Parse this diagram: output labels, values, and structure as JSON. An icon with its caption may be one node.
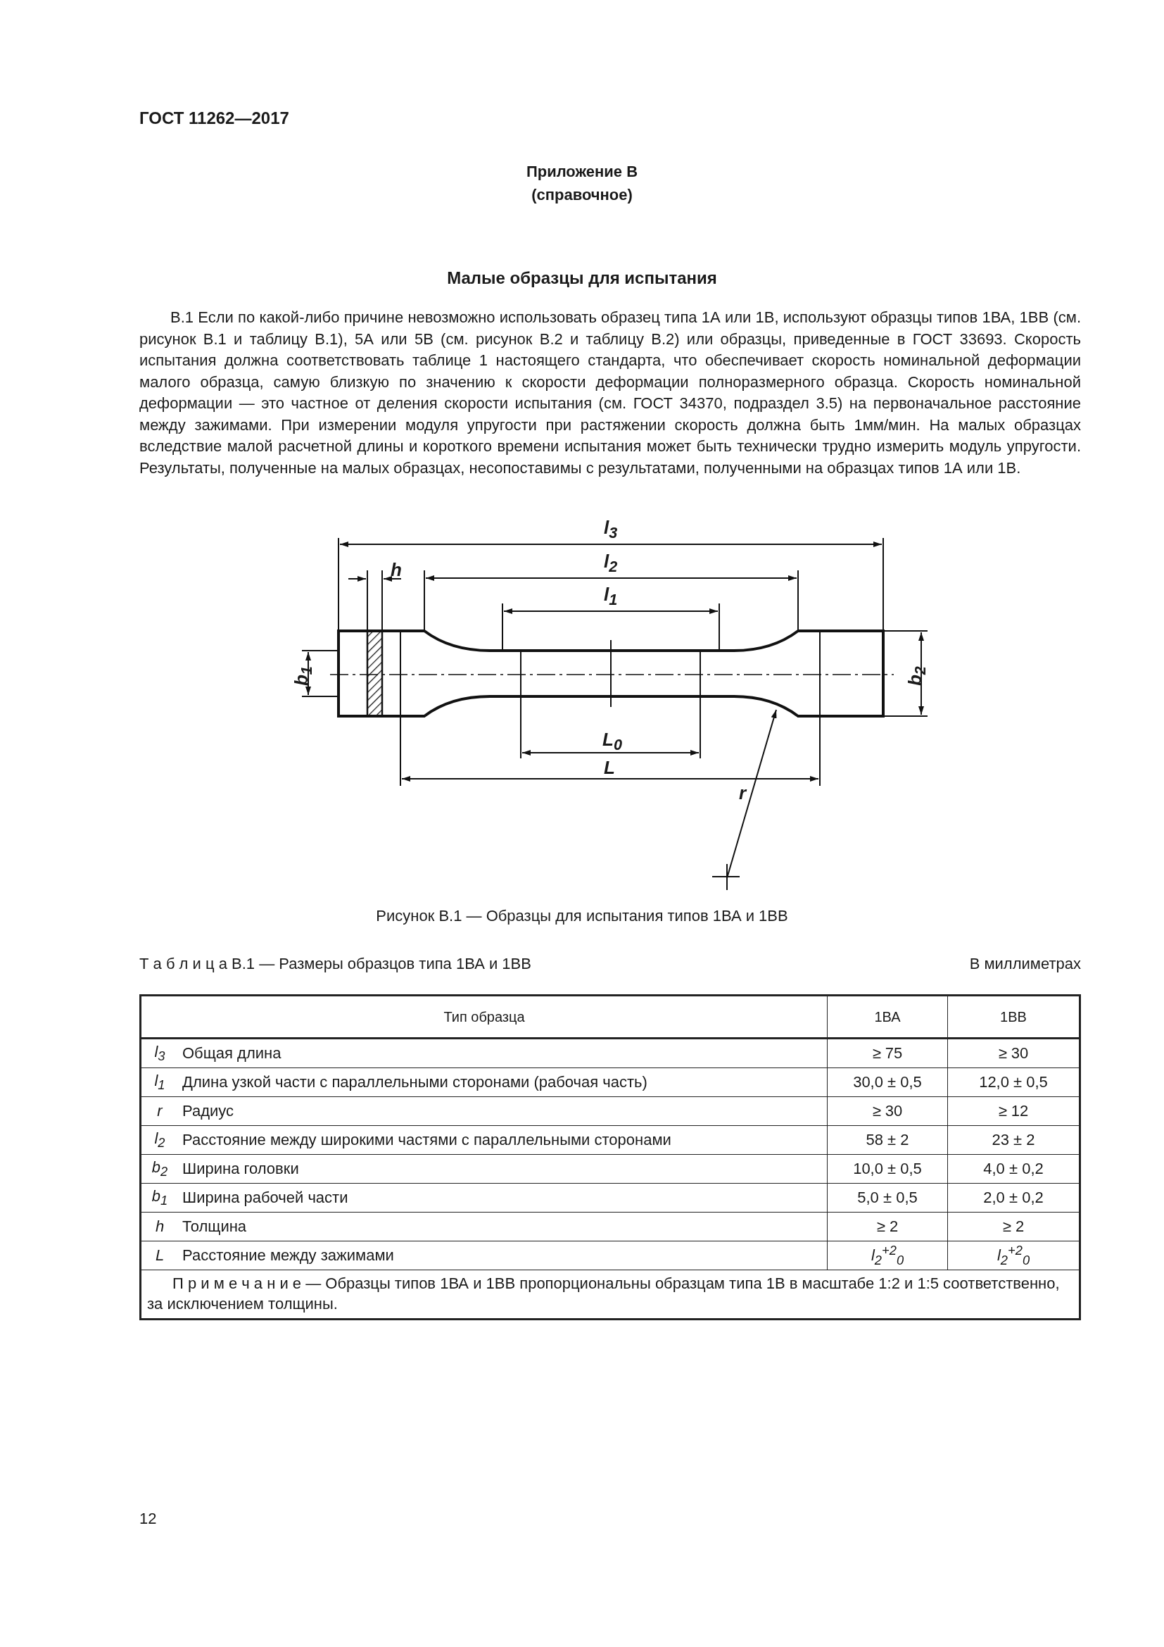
{
  "diagram": {
    "title": "Малые образцы для испытания",
    "caption": "Рисунок В.1 — Образцы для испытания типов 1ВА и 1ВВ",
    "labels": [
      "ГОСТ 11262—2017",
      "Приложение В",
      "(справочное)",
      "В.1 Если по какой-либо причине невозможно использовать образец типа 1А или 1В, используют образцы типов 1ВА, 1ВВ (см. рисунок В.1 и таблицу В.1), 5А или 5В (см. рисунок В.2 и таблицу В.2) или образцы, приведенные в ГОСТ 33693. Скорость испытания должна соответствовать таблице 1 настоящего стандарта, что обеспечивает скорость номинальной деформации малого образца, самую близкую по значению к скорости деформации полноразмерного образца. Скорость номинальной деформации — это частное от деления скорости испытания (см. ГОСТ 34370, подраздел 3.5) на первоначальное расстояние между зажимами. При измерении модуля упругости при растяжении скорость должна быть 1мм/мин. На малых образцах вследствие малой расчетной длины и короткого времени испытания может быть технически трудно измерить модуль упругости. Результаты, полученные на малых образцах, несопоставимы с результатами, полученными на образцах типов 1А или 1В.",
      "l$_{3}$",
      "h",
      "l$_{2}$",
      "l$_{1}$",
      "b$_{1}$",
      "b$_{2}$",
      "L$_{0}$",
      "L",
      "r",
      "Т а б л и ц а  В.1 — Размеры образцов типа 1ВА и 1ВВ",
      "В миллиметрах",
      "Тип образца",
      "1ВА",
      "1ВВ",
      "l$_{3}$",
      "Общая длина",
      "≥ 75",
      "≥ 30",
      "l$_{1}$",
      "Длина узкой части с параллельными сторонами (рабочая часть)",
      "30,0 ± 0,5",
      "12,0 ± 0,5",
      "r",
      "Радиус",
      "≥ 30",
      "≥ 12",
      "l$_{2}$",
      "Расстояние между широкими частями с параллельными сторонами",
      "58 ± 2",
      "23 ± 2",
      "b$_{2}$",
      "Ширина головки",
      "10,0 ± 0,5",
      "4,0 ± 0,2",
      "b$_{1}$",
      "Ширина рабочей части",
      "5,0 ± 0,5",
      "2,0 ± 0,2",
      "h",
      "Толщина",
      "≥ 2",
      "≥ 2",
      "L",
      "Расстояние между зажимами",
      "l$_{2}$$^{+2}$$_{0}$",
      "l$_{2}$$^{+2}$$_{0}$",
      "П р и м е ч а н и е  — Образцы типов 1ВА и 1ВВ пропорциональны образцам типа 1В в масштабе 1:2 и 1:5 соответственно, за исключением толщины.",
      "12"
    ]
  }
}
